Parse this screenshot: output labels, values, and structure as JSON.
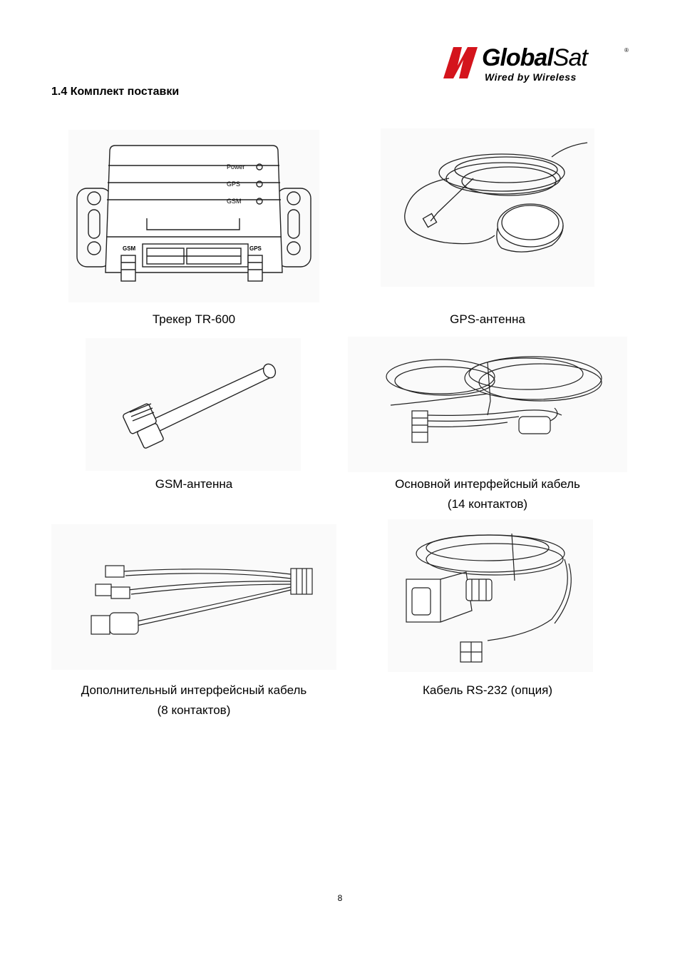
{
  "header": {
    "logo": {
      "brand_bold": "Global",
      "brand_light": "Sat",
      "registered": "®",
      "tagline": "Wired by Wireless",
      "color": "#d4141c"
    }
  },
  "section_title": "1.4 Комплект поставки",
  "items": [
    {
      "caption": "Трекер TR-600",
      "labels": {
        "power": "Power",
        "gps": "GPS",
        "gsm": "GSM",
        "port_gsm": "GSM",
        "port_gps": "GPS"
      }
    },
    {
      "caption": "GPS-антенна"
    },
    {
      "caption": "GSM-антенна"
    },
    {
      "caption_line1": "Основной интерфейсный кабель",
      "caption_line2": "(14 контактов)"
    },
    {
      "caption_line1": "Дополнительный интерфейсный кабель",
      "caption_line2": "(8 контактов)"
    },
    {
      "caption": "Кабель RS-232 (опция)"
    }
  ],
  "page_number": "8"
}
